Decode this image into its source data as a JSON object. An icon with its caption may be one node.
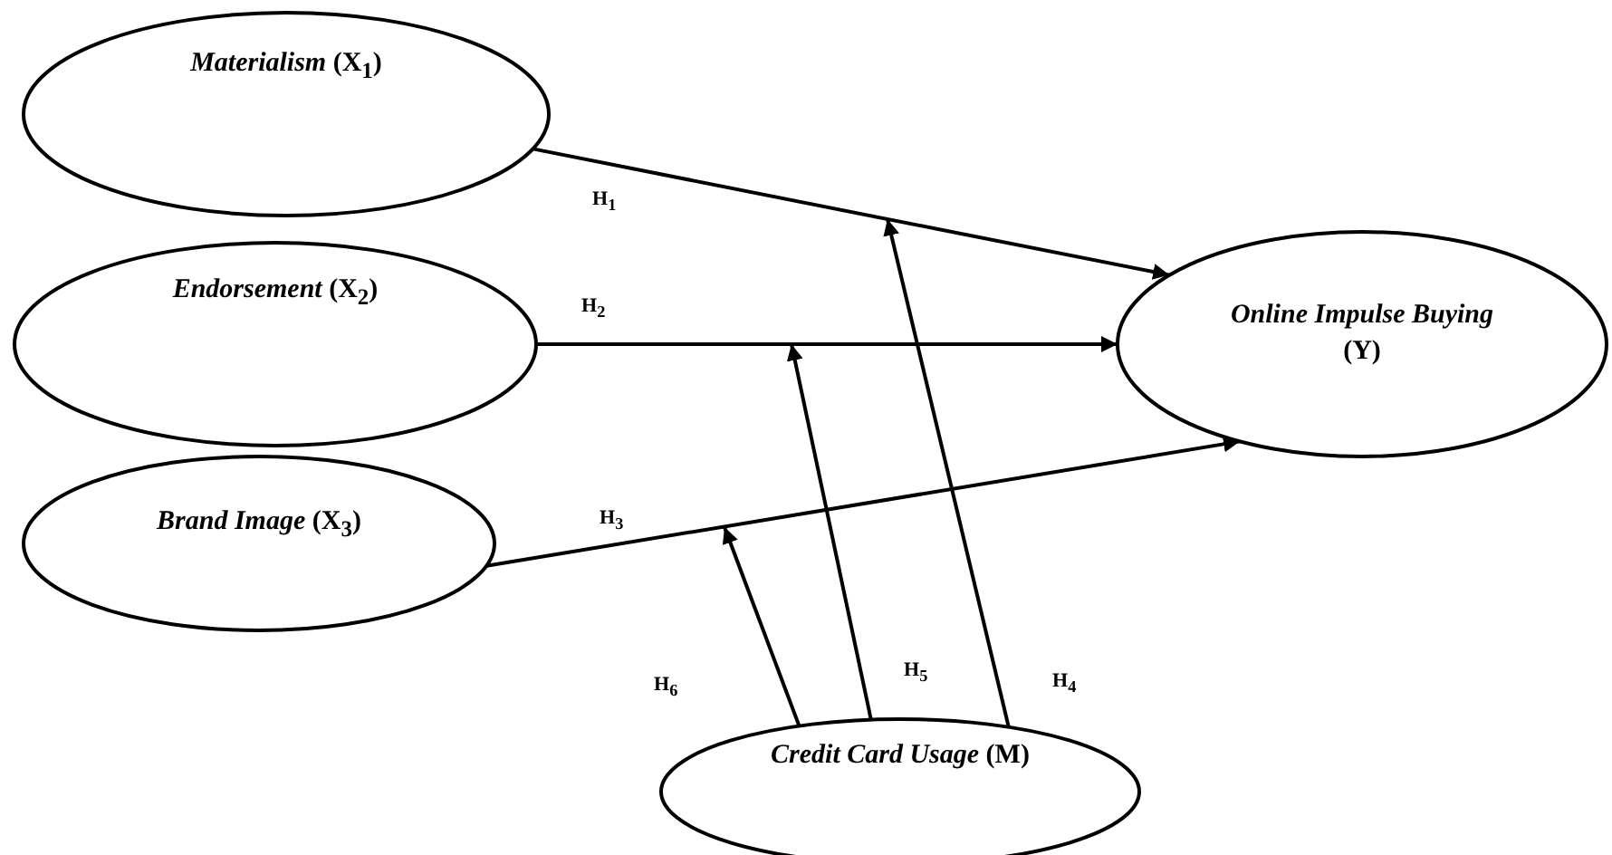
{
  "diagram": {
    "nodes": [
      {
        "text": [
          "*Materialism* (X$_{1}$)"
        ]
      },
      {
        "text": [
          "*Endorsement* (X$_{2}$)"
        ]
      },
      {
        "text": [
          "*Brand Image* (X$_{3}$)"
        ]
      },
      {
        "text": [
          "*Online Impulse Buying* (Y)"
        ]
      },
      {
        "text": [
          "*Credit Card Usage* (M)"
        ]
      }
    ],
    "edges": [
      {
        "from": 0,
        "to": 3,
        "arrow": "to",
        "label": "H$_{1}$"
      },
      {
        "from": 1,
        "to": 3,
        "arrow": "to",
        "label": "H$_{2}$"
      },
      {
        "from": 2,
        "to": 3,
        "arrow": "to",
        "label": "H$_{3}$"
      },
      {
        "from": 4,
        "to": null,
        "arrow": "to",
        "label": "H$_{4}$"
      },
      {
        "from": 4,
        "to": null,
        "arrow": "to",
        "label": "H$_{5}$"
      },
      {
        "from": 4,
        "to": null,
        "arrow": "to",
        "label": "H$_{6}$"
      }
    ]
  }
}
